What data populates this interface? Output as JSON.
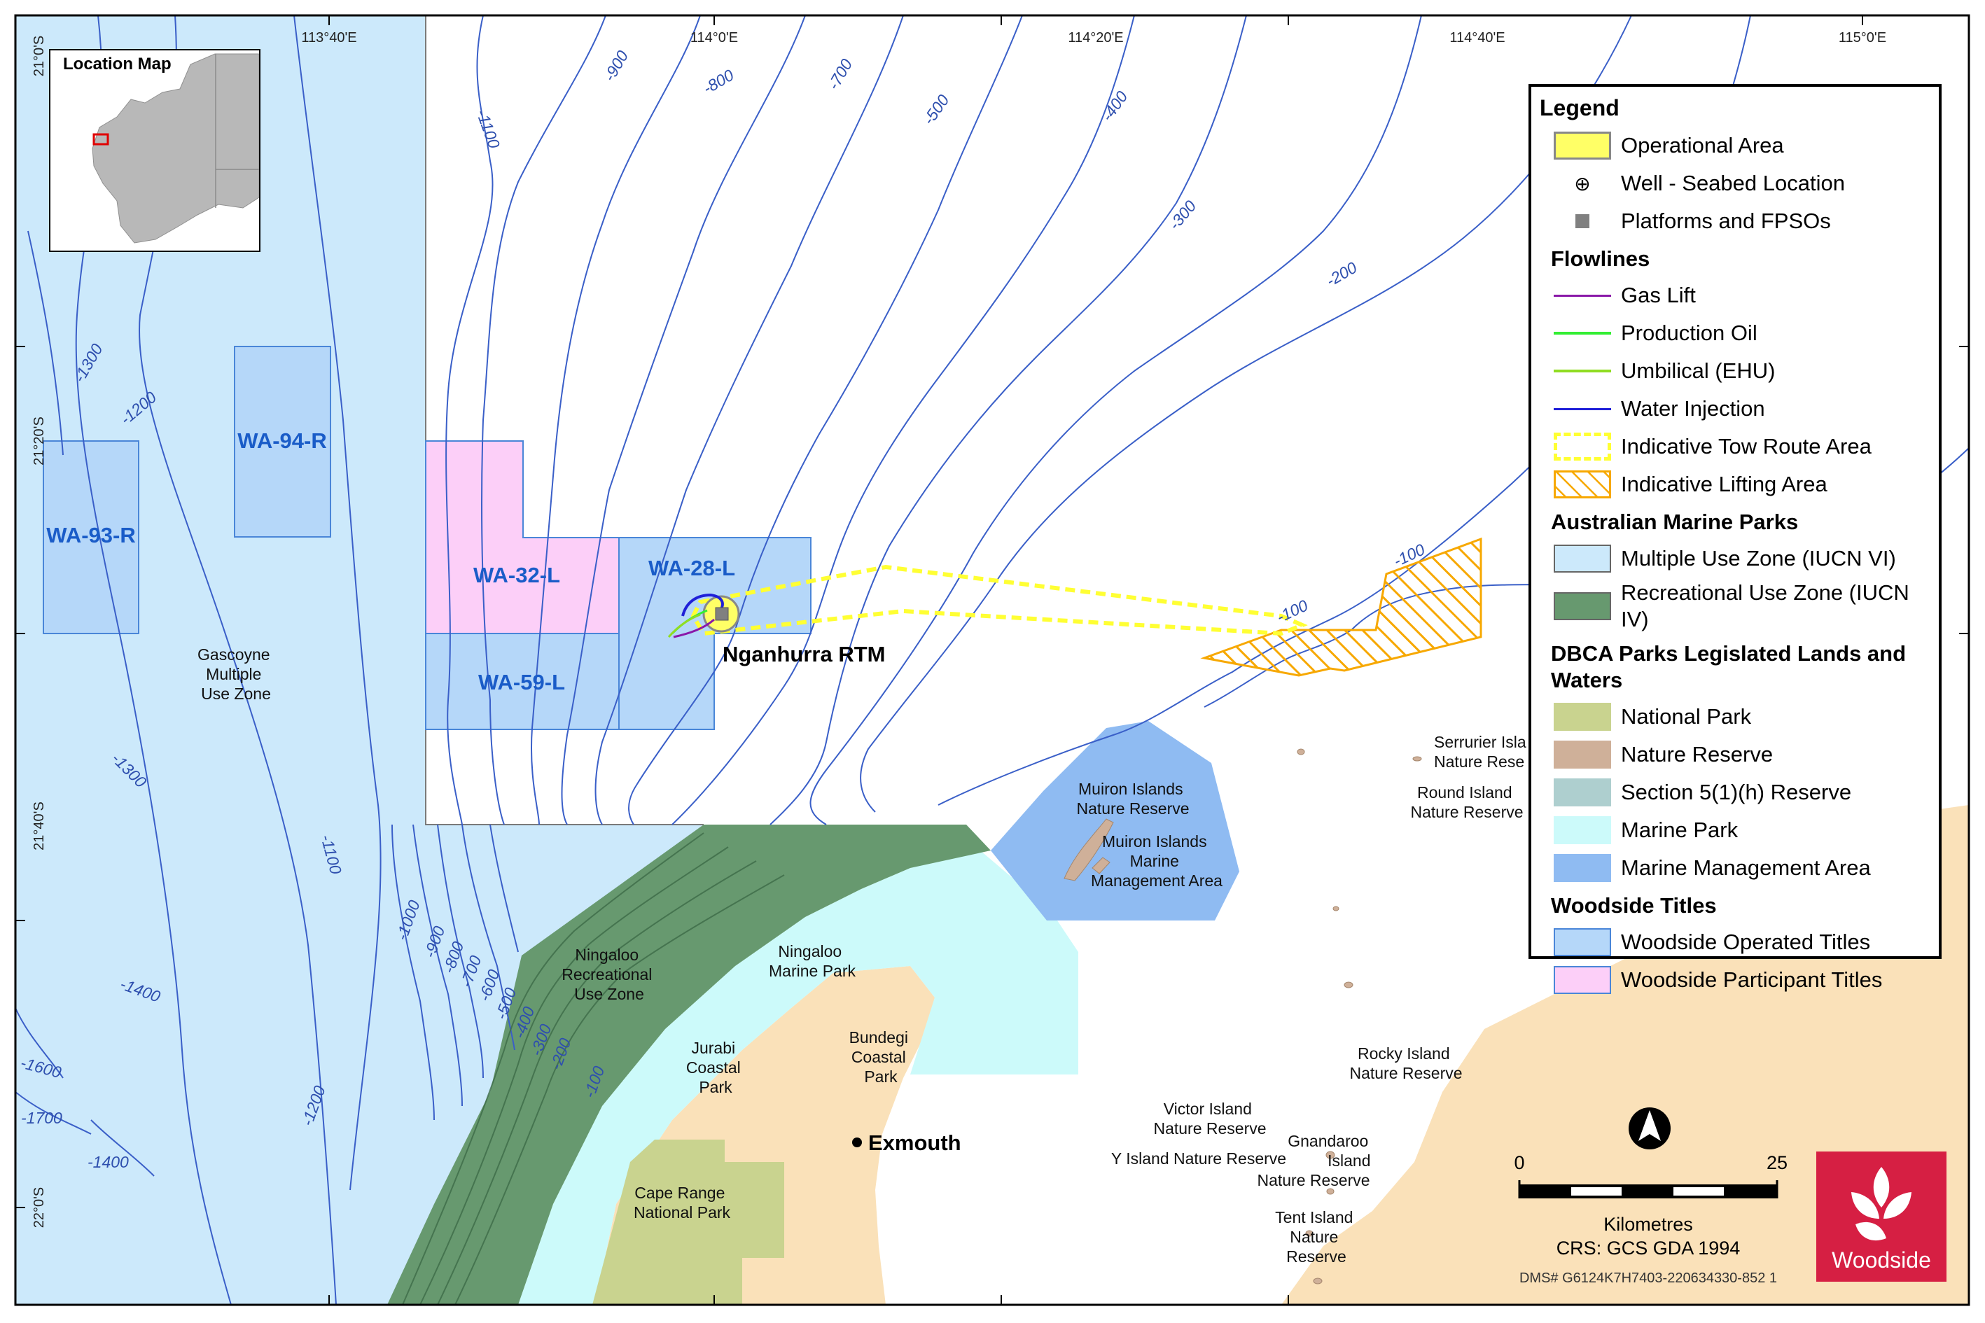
{
  "colors": {
    "multiple_use": "#cce9fb",
    "recreational_use": "#67996f",
    "marine_park": "#ccfafa",
    "management_area": "#8fbbf2",
    "national_park": "#c9d38f",
    "nature_reserve": "#cfb099",
    "section5": "#aecfcf",
    "land": "#fae1b9",
    "operated_title": "#b5d7f9",
    "participant_title": "#fccff8",
    "contour": "#3a5fc8",
    "tow_route": "#ffff33",
    "lifting": "#f7a800",
    "woodside_red": "#d61f43"
  },
  "coords": {
    "top": [
      "113°40'E",
      "114°0'E",
      "114°20'E",
      "114°40'E",
      "115°0'E"
    ],
    "left": [
      "21°0'S",
      "21°20'S",
      "21°40'S",
      "22°0'S"
    ]
  },
  "inset": {
    "title": "Location Map"
  },
  "titles": {
    "wa93": "WA-93-R",
    "wa94": "WA-94-R",
    "wa32": "WA-32-L",
    "wa28": "WA-28-L",
    "wa59": "WA-59-L"
  },
  "places": {
    "nganhurra": "Nganhurra RTM",
    "exmouth": "Exmouth",
    "gascoyne": [
      "Gascoyne",
      "Multiple",
      "Use Zone"
    ],
    "ningaloo_rec": [
      "Ningaloo",
      "Recreational",
      "Use Zone"
    ],
    "ningaloo_mp": [
      "Ningaloo",
      "Marine Park"
    ],
    "jurabi": [
      "Jurabi",
      "Coastal",
      "Park"
    ],
    "bundegi": [
      "Bundegi",
      "Coastal",
      "Park"
    ],
    "cape_range": [
      "Cape Range",
      "National Park"
    ],
    "muiron_nr": [
      "Muiron Islands",
      "Nature Reserve"
    ],
    "muiron_mma": [
      "Muiron Islands",
      "Marine",
      "Management Area"
    ],
    "serrurier": [
      "Serrurier Isla",
      "Nature Rese"
    ],
    "round": [
      "Round Island",
      "Nature Reserve"
    ],
    "rocky": [
      "Rocky Island",
      "Nature Reserve"
    ],
    "victor": [
      "Victor Island",
      "Nature Reserve"
    ],
    "y_island": "Y Island Nature Reserve",
    "gnandaroo": [
      "Gnandaroo",
      "Island",
      "Nature Reserve"
    ],
    "tent": [
      "Tent Island",
      "Nature",
      "Reserve"
    ]
  },
  "contours": {
    "c1100_top": "-1100",
    "c900": "-900",
    "c800": "-800",
    "c700": "-700",
    "c500": "-500",
    "c400": "-400",
    "c300": "-300",
    "c200": "-200",
    "c100a": "-100",
    "c100b": "-100",
    "c1300a": "-1300",
    "c1200a": "-1200",
    "c1300b": "-1300",
    "c1100b": "-1100",
    "c1000": "-1000",
    "c1400a": "-1400",
    "c1600": "-1600",
    "c1700": "-1700",
    "c1400b": "-1400",
    "c1200b": "-1200",
    "s900": "-900",
    "s800": "-800",
    "s700": "-700",
    "s600": "-600",
    "s500": "-500",
    "s400": "-400",
    "s300": "-300",
    "s200": "-200",
    "s100": "-100"
  },
  "legend": {
    "title": "Legend",
    "operational_area": "Operational Area",
    "well": "Well - Seabed Location",
    "platforms": "Platforms and FPSOs",
    "flowlines_title": "Flowlines",
    "gas_lift": "Gas Lift",
    "production_oil": "Production Oil",
    "umbilical": "Umbilical (EHU)",
    "water_injection": "Water Injection",
    "tow_route": "Indicative Tow Route Area",
    "lifting_area": "Indicative Lifting Area",
    "amp_title": "Australian Marine Parks",
    "multiple_use": "Multiple Use Zone (IUCN VI)",
    "recreational_use": "Recreational Use Zone (IUCN IV)",
    "dbca_title": "DBCA Parks Legislated Lands and Waters",
    "national_park": "National Park",
    "nature_reserve": "Nature Reserve",
    "section5": "Section 5(1)(h) Reserve",
    "marine_park": "Marine Park",
    "marine_management": "Marine Management Area",
    "woodside_title": "Woodside Titles",
    "operated": "Woodside Operated Titles",
    "participant": "Woodside Participant Titles"
  },
  "scale": {
    "start": "0",
    "end": "25",
    "unit": "Kilometres"
  },
  "crs": "CRS: GCS GDA 1994",
  "dms": "DMS# G6124K7H7403-220634330-852 1",
  "logo": "Woodside"
}
